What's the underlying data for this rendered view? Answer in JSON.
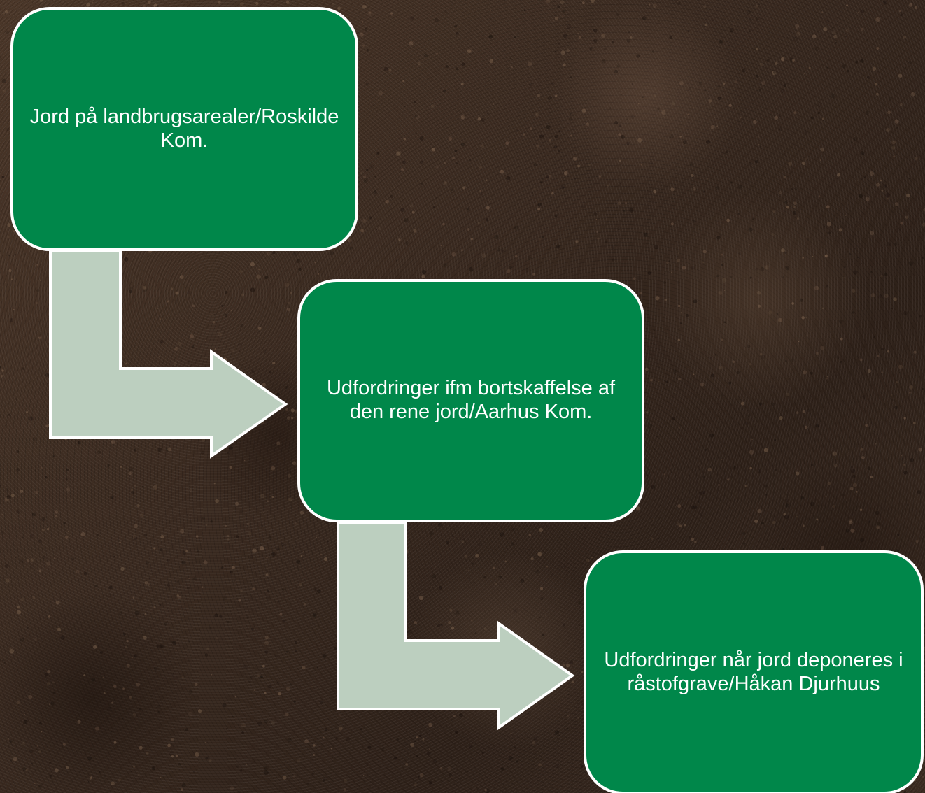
{
  "colors": {
    "step_fill": "#00874a",
    "step_border": "#ffffff",
    "arrow_fill": "#bccfbf",
    "arrow_border": "#ffffff",
    "text": "#ffffff",
    "background": "#3a2a20"
  },
  "steps": [
    {
      "label": "Jord på landbrugsarealer/Roskilde Kom."
    },
    {
      "label": "Udfordringer ifm bortskaffelse af den rene jord/Aarhus Kom."
    },
    {
      "label": "Udfordringer når jord deponeres i råstofgrave/Håkan Djurhuus"
    }
  ]
}
